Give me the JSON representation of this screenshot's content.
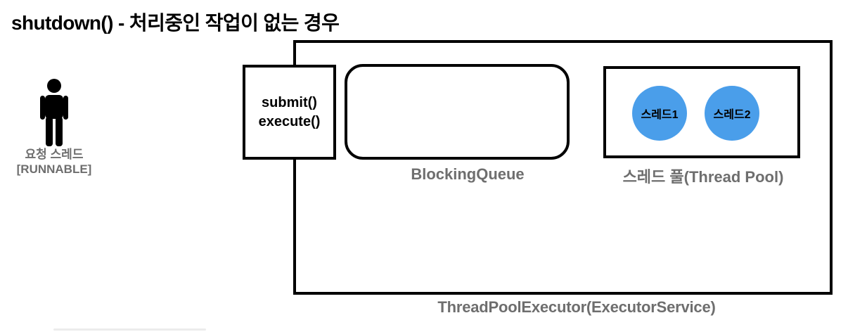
{
  "title": "shutdown() - 처리중인 작업이 없는 경우",
  "requester": {
    "icon": "person-icon",
    "label": "요청 스레드",
    "state": "[RUNNABLE]"
  },
  "executor": {
    "label": "ThreadPoolExecutor(ExecutorService)",
    "submit_box": {
      "line1": "submit()",
      "line2": "execute()"
    },
    "blocking_queue": {
      "label": "BlockingQueue",
      "tasks": []
    },
    "thread_pool": {
      "label": "스레드 풀(Thread Pool)",
      "threads": [
        {
          "label": "스레드1"
        },
        {
          "label": "스레드2"
        }
      ]
    }
  },
  "colors": {
    "thread_fill": "#4a9eea",
    "label_gray": "#6e6e6e",
    "outline_black": "#000000"
  }
}
